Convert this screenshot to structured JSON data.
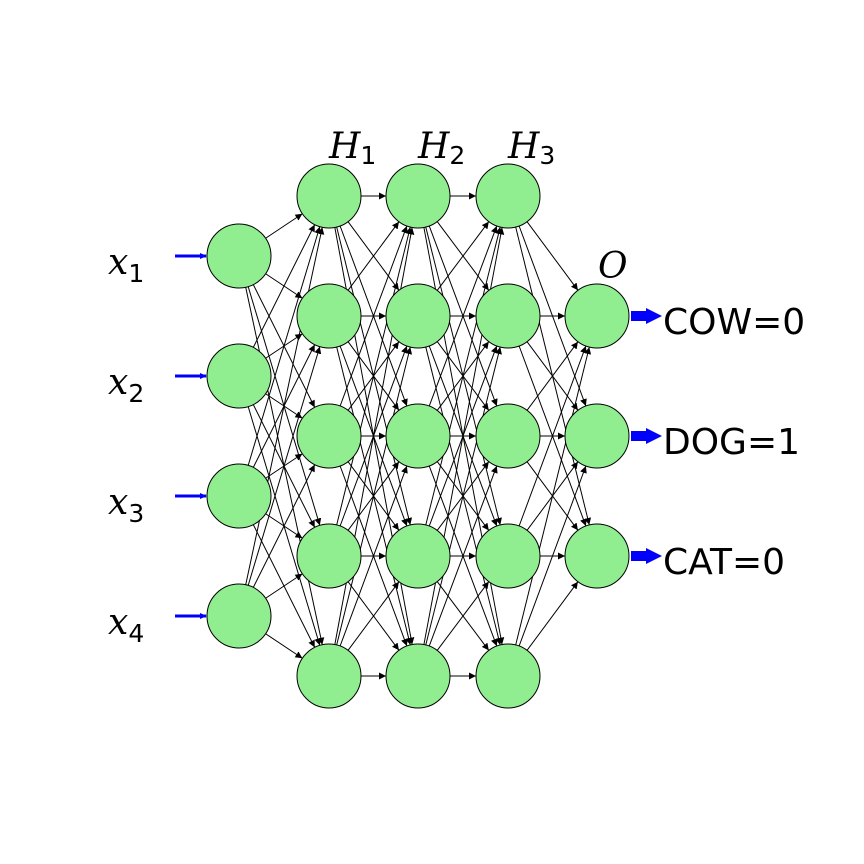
{
  "inputs": [
    {
      "symbol": "x",
      "sub": "1"
    },
    {
      "symbol": "x",
      "sub": "2"
    },
    {
      "symbol": "x",
      "sub": "3"
    },
    {
      "symbol": "x",
      "sub": "4"
    }
  ],
  "hidden_layers": [
    {
      "symbol": "H",
      "sub": "1",
      "neurons": 5
    },
    {
      "symbol": "H",
      "sub": "2",
      "neurons": 5
    },
    {
      "symbol": "H",
      "sub": "3",
      "neurons": 5
    }
  ],
  "output_layer": {
    "symbol": "O",
    "neurons": 3
  },
  "outputs": [
    {
      "label": "COW=0"
    },
    {
      "label": "DOG=1"
    },
    {
      "label": "CAT=0"
    }
  ],
  "colors": {
    "node_fill": "#90ee90",
    "arrow": "#0000ff",
    "edge": "#000000"
  }
}
